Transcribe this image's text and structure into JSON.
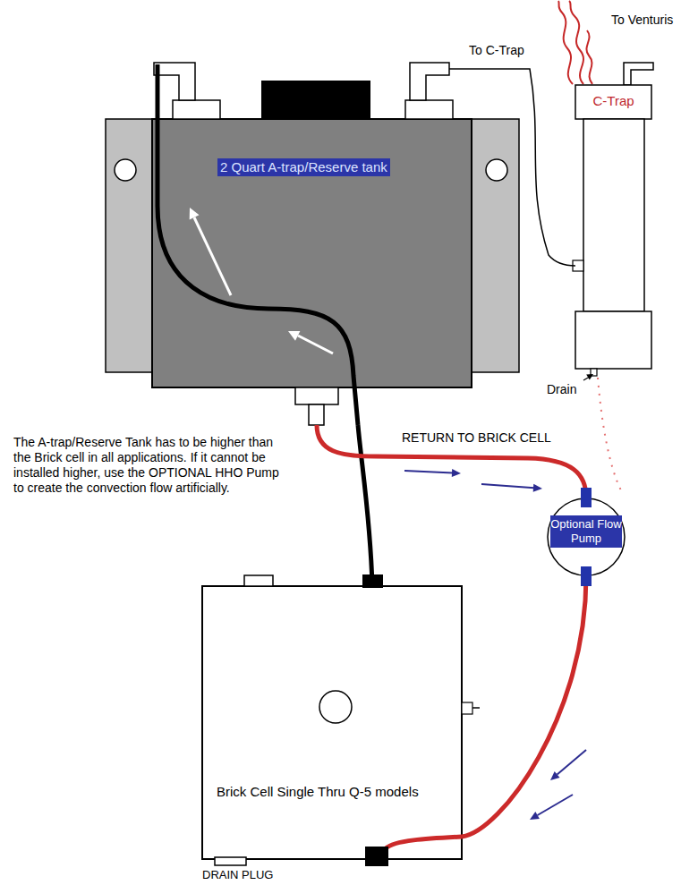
{
  "diagram": {
    "nodes": [
      {
        "text": [
          "2 Quart A-trap/Reserve tank"
        ]
      },
      {
        "text": [
          "C-Trap"
        ]
      },
      {
        "text": [
          "Optional Flow Pump"
        ]
      },
      {
        "text": [
          "Brick Cell Single Thru Q-5 models"
        ]
      }
    ],
    "edges": [
      {
        "from": 3,
        "to": 0,
        "arrow": "none"
      },
      {
        "from": 0,
        "to": 1,
        "label": "To C-Trap",
        "arrow": "none"
      },
      {
        "from": 0,
        "to": 2,
        "label": "RETURN TO BRICK CELL",
        "arrow": "none"
      },
      {
        "from": 2,
        "to": 3,
        "arrow": "none"
      }
    ],
    "labels": [
      "To Venturis",
      "Drain",
      "The A-trap/Reserve Tank has to be higher than the Brick cell in all applications. If it cannot be installed higher, use the OPTIONAL HHO Pump to create the convection flow artificially.",
      "DRAIN PLUG"
    ]
  }
}
